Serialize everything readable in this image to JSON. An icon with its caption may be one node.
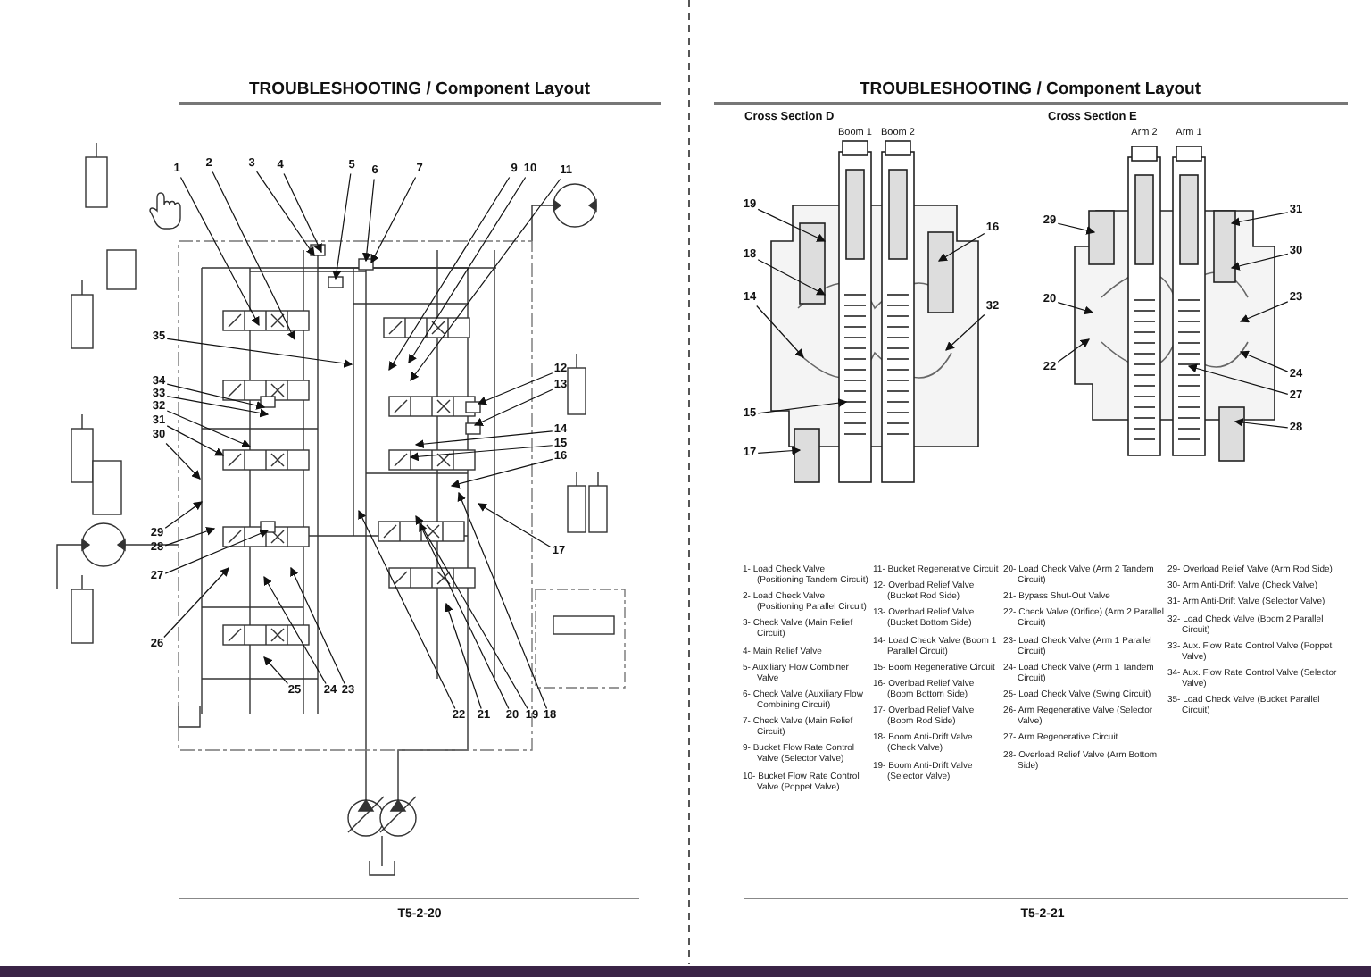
{
  "diagram": {
    "nodes": [
      {
        "text": [
          "1"
        ]
      },
      {
        "text": [
          "2"
        ]
      },
      {
        "text": [
          "3"
        ]
      },
      {
        "text": [
          "4"
        ]
      },
      {
        "text": [
          "5"
        ]
      },
      {
        "text": [
          "6"
        ]
      },
      {
        "text": [
          "7"
        ]
      },
      {
        "text": [
          "9"
        ]
      },
      {
        "text": [
          "10"
        ]
      },
      {
        "text": [
          "11"
        ]
      },
      {
        "text": [
          "12"
        ]
      },
      {
        "text": [
          "13"
        ]
      },
      {
        "text": [
          "14"
        ]
      },
      {
        "text": [
          "15"
        ]
      },
      {
        "text": [
          "16"
        ]
      },
      {
        "text": [
          "17"
        ]
      },
      {
        "text": [
          "18"
        ]
      },
      {
        "text": [
          "19"
        ]
      },
      {
        "text": [
          "20"
        ]
      },
      {
        "text": [
          "21"
        ]
      },
      {
        "text": [
          "22"
        ]
      },
      {
        "text": [
          "23"
        ]
      },
      {
        "text": [
          "24"
        ]
      },
      {
        "text": [
          "25"
        ]
      },
      {
        "text": [
          "26"
        ]
      },
      {
        "text": [
          "27"
        ]
      },
      {
        "text": [
          "28"
        ]
      },
      {
        "text": [
          "29"
        ]
      },
      {
        "text": [
          "30"
        ]
      },
      {
        "text": [
          "31"
        ]
      },
      {
        "text": [
          "32"
        ]
      },
      {
        "text": [
          "33"
        ]
      },
      {
        "text": [
          "34"
        ]
      },
      {
        "text": [
          "35"
        ]
      },
      {
        "text": [
          "19"
        ]
      },
      {
        "text": [
          "18"
        ]
      },
      {
        "text": [
          "14"
        ]
      },
      {
        "text": [
          "15"
        ]
      },
      {
        "text": [
          "17"
        ]
      },
      {
        "text": [
          "16"
        ]
      },
      {
        "text": [
          "32"
        ]
      },
      {
        "text": [
          "29"
        ]
      },
      {
        "text": [
          "20"
        ]
      },
      {
        "text": [
          "22"
        ]
      },
      {
        "text": [
          "31"
        ]
      },
      {
        "text": [
          "30"
        ]
      },
      {
        "text": [
          "23"
        ]
      },
      {
        "text": [
          "24"
        ]
      },
      {
        "text": [
          "27"
        ]
      },
      {
        "text": [
          "28"
        ]
      }
    ],
    "edges": [
      {
        "from": 0,
        "to": null,
        "arrow": "to"
      },
      {
        "from": 1,
        "to": null,
        "arrow": "to"
      },
      {
        "from": 2,
        "to": null,
        "arrow": "to"
      },
      {
        "from": 3,
        "to": null,
        "arrow": "to"
      },
      {
        "from": 4,
        "to": null,
        "arrow": "to"
      },
      {
        "from": 5,
        "to": null,
        "arrow": "to"
      },
      {
        "from": 6,
        "to": null,
        "arrow": "to"
      },
      {
        "from": 7,
        "to": null,
        "arrow": "to"
      },
      {
        "from": 8,
        "to": null,
        "arrow": "to"
      },
      {
        "from": 9,
        "to": null,
        "arrow": "to"
      },
      {
        "from": 10,
        "to": null,
        "arrow": "to"
      },
      {
        "from": 11,
        "to": null,
        "arrow": "to"
      },
      {
        "from": 12,
        "to": null,
        "arrow": "to"
      },
      {
        "from": 13,
        "to": null,
        "arrow": "to"
      },
      {
        "from": 14,
        "to": null,
        "arrow": "to"
      },
      {
        "from": 15,
        "to": null,
        "arrow": "to"
      },
      {
        "from": 16,
        "to": null,
        "arrow": "to"
      },
      {
        "from": 17,
        "to": null,
        "arrow": "to"
      },
      {
        "from": 18,
        "to": null,
        "arrow": "to"
      },
      {
        "from": 19,
        "to": null,
        "arrow": "to"
      },
      {
        "from": 20,
        "to": null,
        "arrow": "to"
      },
      {
        "from": 21,
        "to": null,
        "arrow": "to"
      },
      {
        "from": 22,
        "to": null,
        "arrow": "to"
      },
      {
        "from": 23,
        "to": null,
        "arrow": "to"
      },
      {
        "from": 24,
        "to": null,
        "arrow": "to"
      },
      {
        "from": 25,
        "to": null,
        "arrow": "to"
      },
      {
        "from": 26,
        "to": null,
        "arrow": "to"
      },
      {
        "from": 27,
        "to": null,
        "arrow": "to"
      },
      {
        "from": 28,
        "to": null,
        "arrow": "to"
      },
      {
        "from": 29,
        "to": null,
        "arrow": "to"
      },
      {
        "from": 30,
        "to": null,
        "arrow": "to"
      },
      {
        "from": 31,
        "to": null,
        "arrow": "to"
      },
      {
        "from": 32,
        "to": null,
        "arrow": "to"
      },
      {
        "from": 33,
        "to": null,
        "arrow": "to"
      },
      {
        "from": 34,
        "to": null,
        "arrow": "to"
      },
      {
        "from": 35,
        "to": null,
        "arrow": "to"
      },
      {
        "from": 36,
        "to": null,
        "arrow": "to"
      },
      {
        "from": 37,
        "to": null,
        "arrow": "to"
      },
      {
        "from": 38,
        "to": null,
        "arrow": "to"
      },
      {
        "from": 39,
        "to": null,
        "arrow": "to"
      },
      {
        "from": 40,
        "to": null,
        "arrow": "to"
      },
      {
        "from": 41,
        "to": null,
        "arrow": "to"
      },
      {
        "from": 42,
        "to": null,
        "arrow": "to"
      },
      {
        "from": 43,
        "to": null,
        "arrow": "to"
      },
      {
        "from": 44,
        "to": null,
        "arrow": "to"
      },
      {
        "from": 45,
        "to": null,
        "arrow": "to"
      },
      {
        "from": 46,
        "to": null,
        "arrow": "to"
      },
      {
        "from": 47,
        "to": null,
        "arrow": "to"
      },
      {
        "from": 48,
        "to": null,
        "arrow": "to"
      },
      {
        "from": 49,
        "to": null,
        "arrow": "to"
      }
    ],
    "labels": [
      "TROUBLESHOOTING / Component Layout",
      "T5-2-20",
      "TROUBLESHOOTING / Component Layout",
      "Cross Section D",
      "Boom 1",
      "Boom 2",
      "Cross Section E",
      "Arm 2",
      "Arm 1",
      "1- Load Check Valve (Positioning Tandem Circuit)",
      "2- Load Check Valve (Positioning Parallel Circuit)",
      "3- Check Valve (Main Relief Circuit)",
      "4- Main Relief Valve",
      "5- Auxiliary Flow Combiner Valve",
      "6- Check Valve (Auxiliary Flow Combining Circuit)",
      "7- Check Valve (Main Relief Circuit)",
      "9- Bucket Flow Rate Control Valve (Selector Valve)",
      "10- Bucket Flow Rate Control Valve (Poppet Valve)",
      "11- Bucket Regenerative Circuit",
      "12- Overload Relief Valve (Bucket Rod Side)",
      "13- Overload Relief Valve (Bucket Bottom Side)",
      "14- Load Check Valve (Boom 1 Parallel Circuit)",
      "15- Boom Regenerative Circuit",
      "16- Overload Relief Valve (Boom Bottom Side)",
      "17- Overload Relief Valve (Boom Rod Side)",
      "18- Boom Anti-Drift Valve (Check Valve)",
      "19- Boom Anti-Drift Valve (Selector Valve)",
      "20- Load Check Valve (Arm 2 Tandem Circuit)",
      "21- Bypass Shut-Out Valve",
      "22- Check Valve (Orifice) (Arm 2 Parallel Circuit)",
      "23- Load Check Valve (Arm 1 Parallel Circuit)",
      "24- Load Check Valve (Arm 1 Tandem Circuit)",
      "25- Load Check Valve (Swing Circuit)",
      "26- Arm Regenerative Valve (Selector Valve)",
      "27- Arm Regenerative Circuit",
      "28- Overload Relief Valve (Arm Bottom Side)",
      "29- Overload Relief Valve (Arm Rod Side)",
      "30- Arm Anti-Drift Valve (Check Valve)",
      "31- Arm Anti-Drift Valve (Selector Valve)",
      "32- Load Check Valve (Boom 2 Parallel Circuit)",
      "33- Aux. Flow Rate Control Valve (Poppet Valve)",
      "34- Aux. Flow Rate Control Valve (Selector Valve)",
      "35- Load Check Valve (Bucket Parallel Circuit)",
      "T5-2-21"
    ]
  }
}
